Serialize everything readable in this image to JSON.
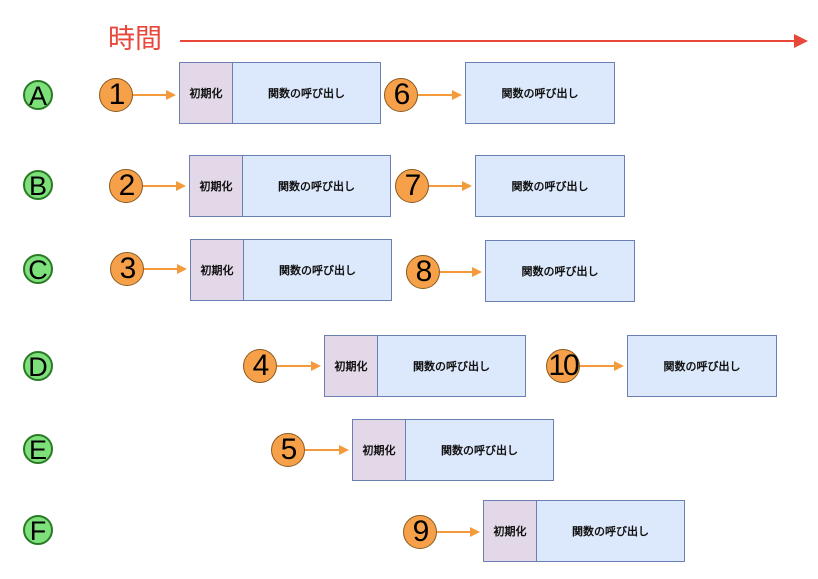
{
  "time_label": "時間",
  "labels": {
    "init": "初期化",
    "call": "関数の呼び出し"
  },
  "rows": [
    {
      "id": "A",
      "first": {
        "num": "1"
      },
      "second": {
        "num": "6"
      }
    },
    {
      "id": "B",
      "first": {
        "num": "2"
      },
      "second": {
        "num": "7"
      }
    },
    {
      "id": "C",
      "first": {
        "num": "3"
      },
      "second": {
        "num": "8"
      }
    },
    {
      "id": "D",
      "first": {
        "num": "4"
      },
      "second": {
        "num": "10"
      }
    },
    {
      "id": "E",
      "first": {
        "num": "5"
      }
    },
    {
      "id": "F",
      "first": {
        "num": "9"
      }
    }
  ],
  "colors": {
    "time_arrow": "#e8473a",
    "row_label_fill": "#7ee07a",
    "number_fill": "#f6a14a",
    "arrow": "#f39a3c",
    "init_fill": "#e2d8e8",
    "call_fill": "#dce8fb"
  }
}
